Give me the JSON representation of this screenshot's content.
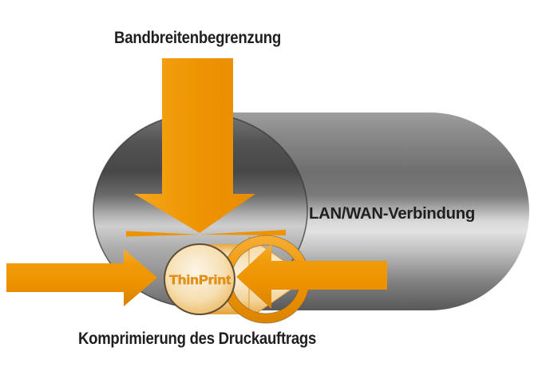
{
  "diagram": {
    "type": "thinprint-bandwidth-compression",
    "labels": {
      "bandwidth": "Bandbreitenbegrenzung",
      "connection": "LAN/WAN-Verbindung",
      "compression": "Komprimierung des Druckauftrags",
      "small_pipe": "ThinPrint"
    },
    "colors": {
      "accent_orange": "#EE9402",
      "orange_light": "#F6AE35",
      "orange_dark": "#D88200",
      "pipe_gray_dark": "#4E4E4E",
      "pipe_gray_light": "#E2E2E2",
      "cream": "#FAF0DA",
      "label_text": "#1F1F1F",
      "thinprint_text": "#EC8F00",
      "background": "#FFFFFF"
    }
  }
}
